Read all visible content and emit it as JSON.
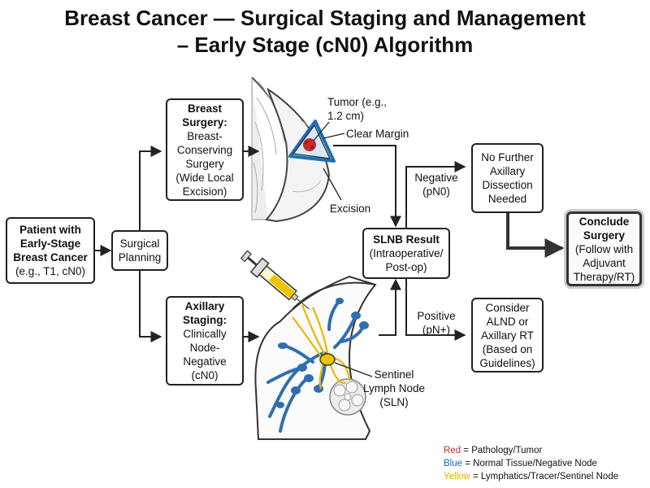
{
  "title": {
    "line1": "Breast Cancer — Surgical Staging and Management",
    "line2": "– Early Stage (cN0) Algorithm"
  },
  "nodes": {
    "patient": {
      "title": "Patient with Early-Stage Breast Cancer",
      "detail": "(e.g., T1, cN0)"
    },
    "planning": {
      "detail": "Surgical Planning"
    },
    "breast_surgery": {
      "title": "Breast Surgery:",
      "detail": "Breast-Conserving Surgery (Wide Local Excision)"
    },
    "axillary": {
      "title": "Axillary Staging:",
      "detail": "Clinically Node-Negative (cN0)"
    },
    "slnb": {
      "title": "SLNB Result",
      "detail": "(Intraoperative/ Post-op)"
    },
    "no_further": {
      "detail": "No Further Axillary Dissection Needed"
    },
    "consider": {
      "detail": "Consider ALND or Axillary RT (Based on Guidelines)"
    },
    "conclude": {
      "title": "Conclude Surgery",
      "detail": "(Follow with Adjuvant Therapy/RT)"
    }
  },
  "edge_labels": {
    "negative": "Negative (pN0)",
    "positive": "Positive (pN+)"
  },
  "annotations": {
    "tumor": "Tumor (e.g., 1.2 cm)",
    "clear_margin": "Clear Margin",
    "excision": "Excision",
    "sentinel": "Sentinel Lymph Node (SLN)"
  },
  "legend": [
    {
      "key": "Red",
      "text": " = Pathology/Tumor",
      "color": "#c62828"
    },
    {
      "key": "Blue",
      "text": " = Normal Tissue/Negative Node",
      "color": "#1565c0"
    },
    {
      "key": "Yellow",
      "text": " = Lymphatics/Tracer/Sentinel Node",
      "color": "#e0b000"
    }
  ]
}
